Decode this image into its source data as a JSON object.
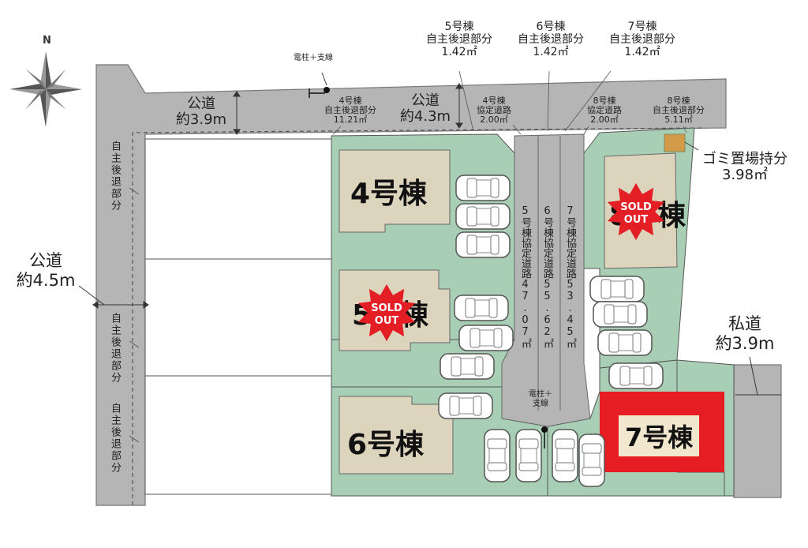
{
  "compass": {
    "north_label": "N"
  },
  "roads": {
    "west": {
      "label": "公道\n約4.5m"
    },
    "north_west": {
      "label": "公道\n約3.9m"
    },
    "north_center": {
      "label": "公道\n約4.3m"
    },
    "private": {
      "label": "私道\n約3.9m"
    }
  },
  "utility_pole_top": "電柱＋支線",
  "utility_pole_bottom": "電柱＋\n支線",
  "setbacks": {
    "lot5": "5号棟\n自主後退部分\n1.42㎡",
    "lot6": "6号棟\n自主後退部分\n1.42㎡",
    "lot7": "7号棟\n自主後退部分\n1.42㎡",
    "lot4": "4号棟\n自主後退部分\n11.21㎡",
    "lot4_road": "4号棟\n協定道路\n2.00㎡",
    "lot8_road": "8号棟\n協定道路\n2.00㎡",
    "lot8": "8号棟\n自主後退部分\n5.11㎡"
  },
  "garbage": "ゴミ置場持分\n3.98㎡",
  "west_setback_label": "自主後退部分",
  "agreement_roads": {
    "lot5": "5号棟協定道路47.07㎡",
    "lot6": "6号棟協定道路55.62㎡",
    "lot7": "7号棟協定道路53.45㎡"
  },
  "buildings": {
    "b4": "4号棟",
    "b5": "5号棟",
    "b6": "6号棟",
    "b7": "7号棟",
    "b8": "8号棟"
  },
  "sold_out": {
    "line1": "SOLD",
    "line2": "OUT"
  },
  "colors": {
    "road": "#b5b5b5",
    "lot": "#a8cfb5",
    "building": "#ddd4be",
    "highlight": "#e61d23",
    "sold": "#e31e24",
    "garbage": "#d39a4a"
  }
}
